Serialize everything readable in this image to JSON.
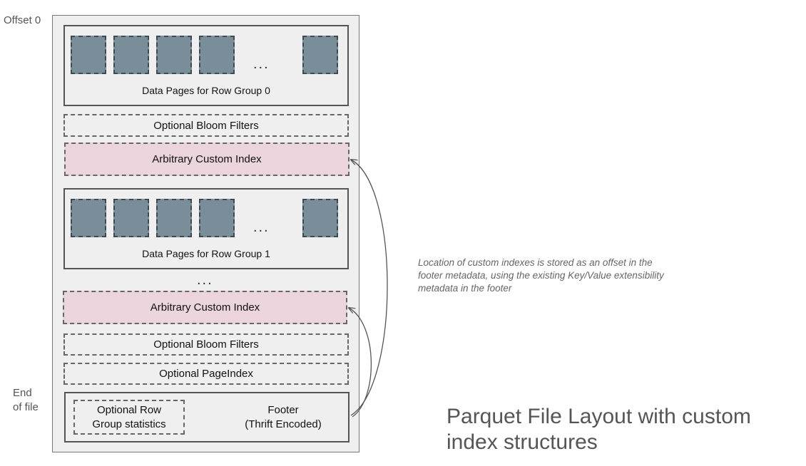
{
  "labels": {
    "offset_start": "Offset 0",
    "end_of_file_line1": "End",
    "end_of_file_line2": "of file"
  },
  "row_groups": [
    {
      "label": "Data Pages for Row Group 0",
      "ellipsis": "..."
    },
    {
      "label": "Data Pages for Row Group 1",
      "ellipsis": "..."
    }
  ],
  "between_ellipsis": "...",
  "blocks": {
    "bloom_1": "Optional Bloom Filters",
    "custom_index_1": "Arbitrary Custom Index",
    "custom_index_2": "Arbitrary Custom Index",
    "bloom_2": "Optional Bloom Filters",
    "page_index": "Optional PageIndex"
  },
  "footer": {
    "stats_line1": "Optional Row",
    "stats_line2": "Group statistics",
    "footer_line1": "Footer",
    "footer_line2": "(Thrift Encoded)"
  },
  "note": "Location of custom indexes is stored as an offset in the footer metadata, using the existing Key/Value extensibility metadata in the footer",
  "caption_line1": "Parquet File Layout with custom",
  "caption_line2": "index structures",
  "colors": {
    "data_page": "#7a8e9a",
    "custom_index": "#ebd4dc",
    "file_background": "#efefef"
  },
  "icons": [
    "arrow-icon"
  ]
}
